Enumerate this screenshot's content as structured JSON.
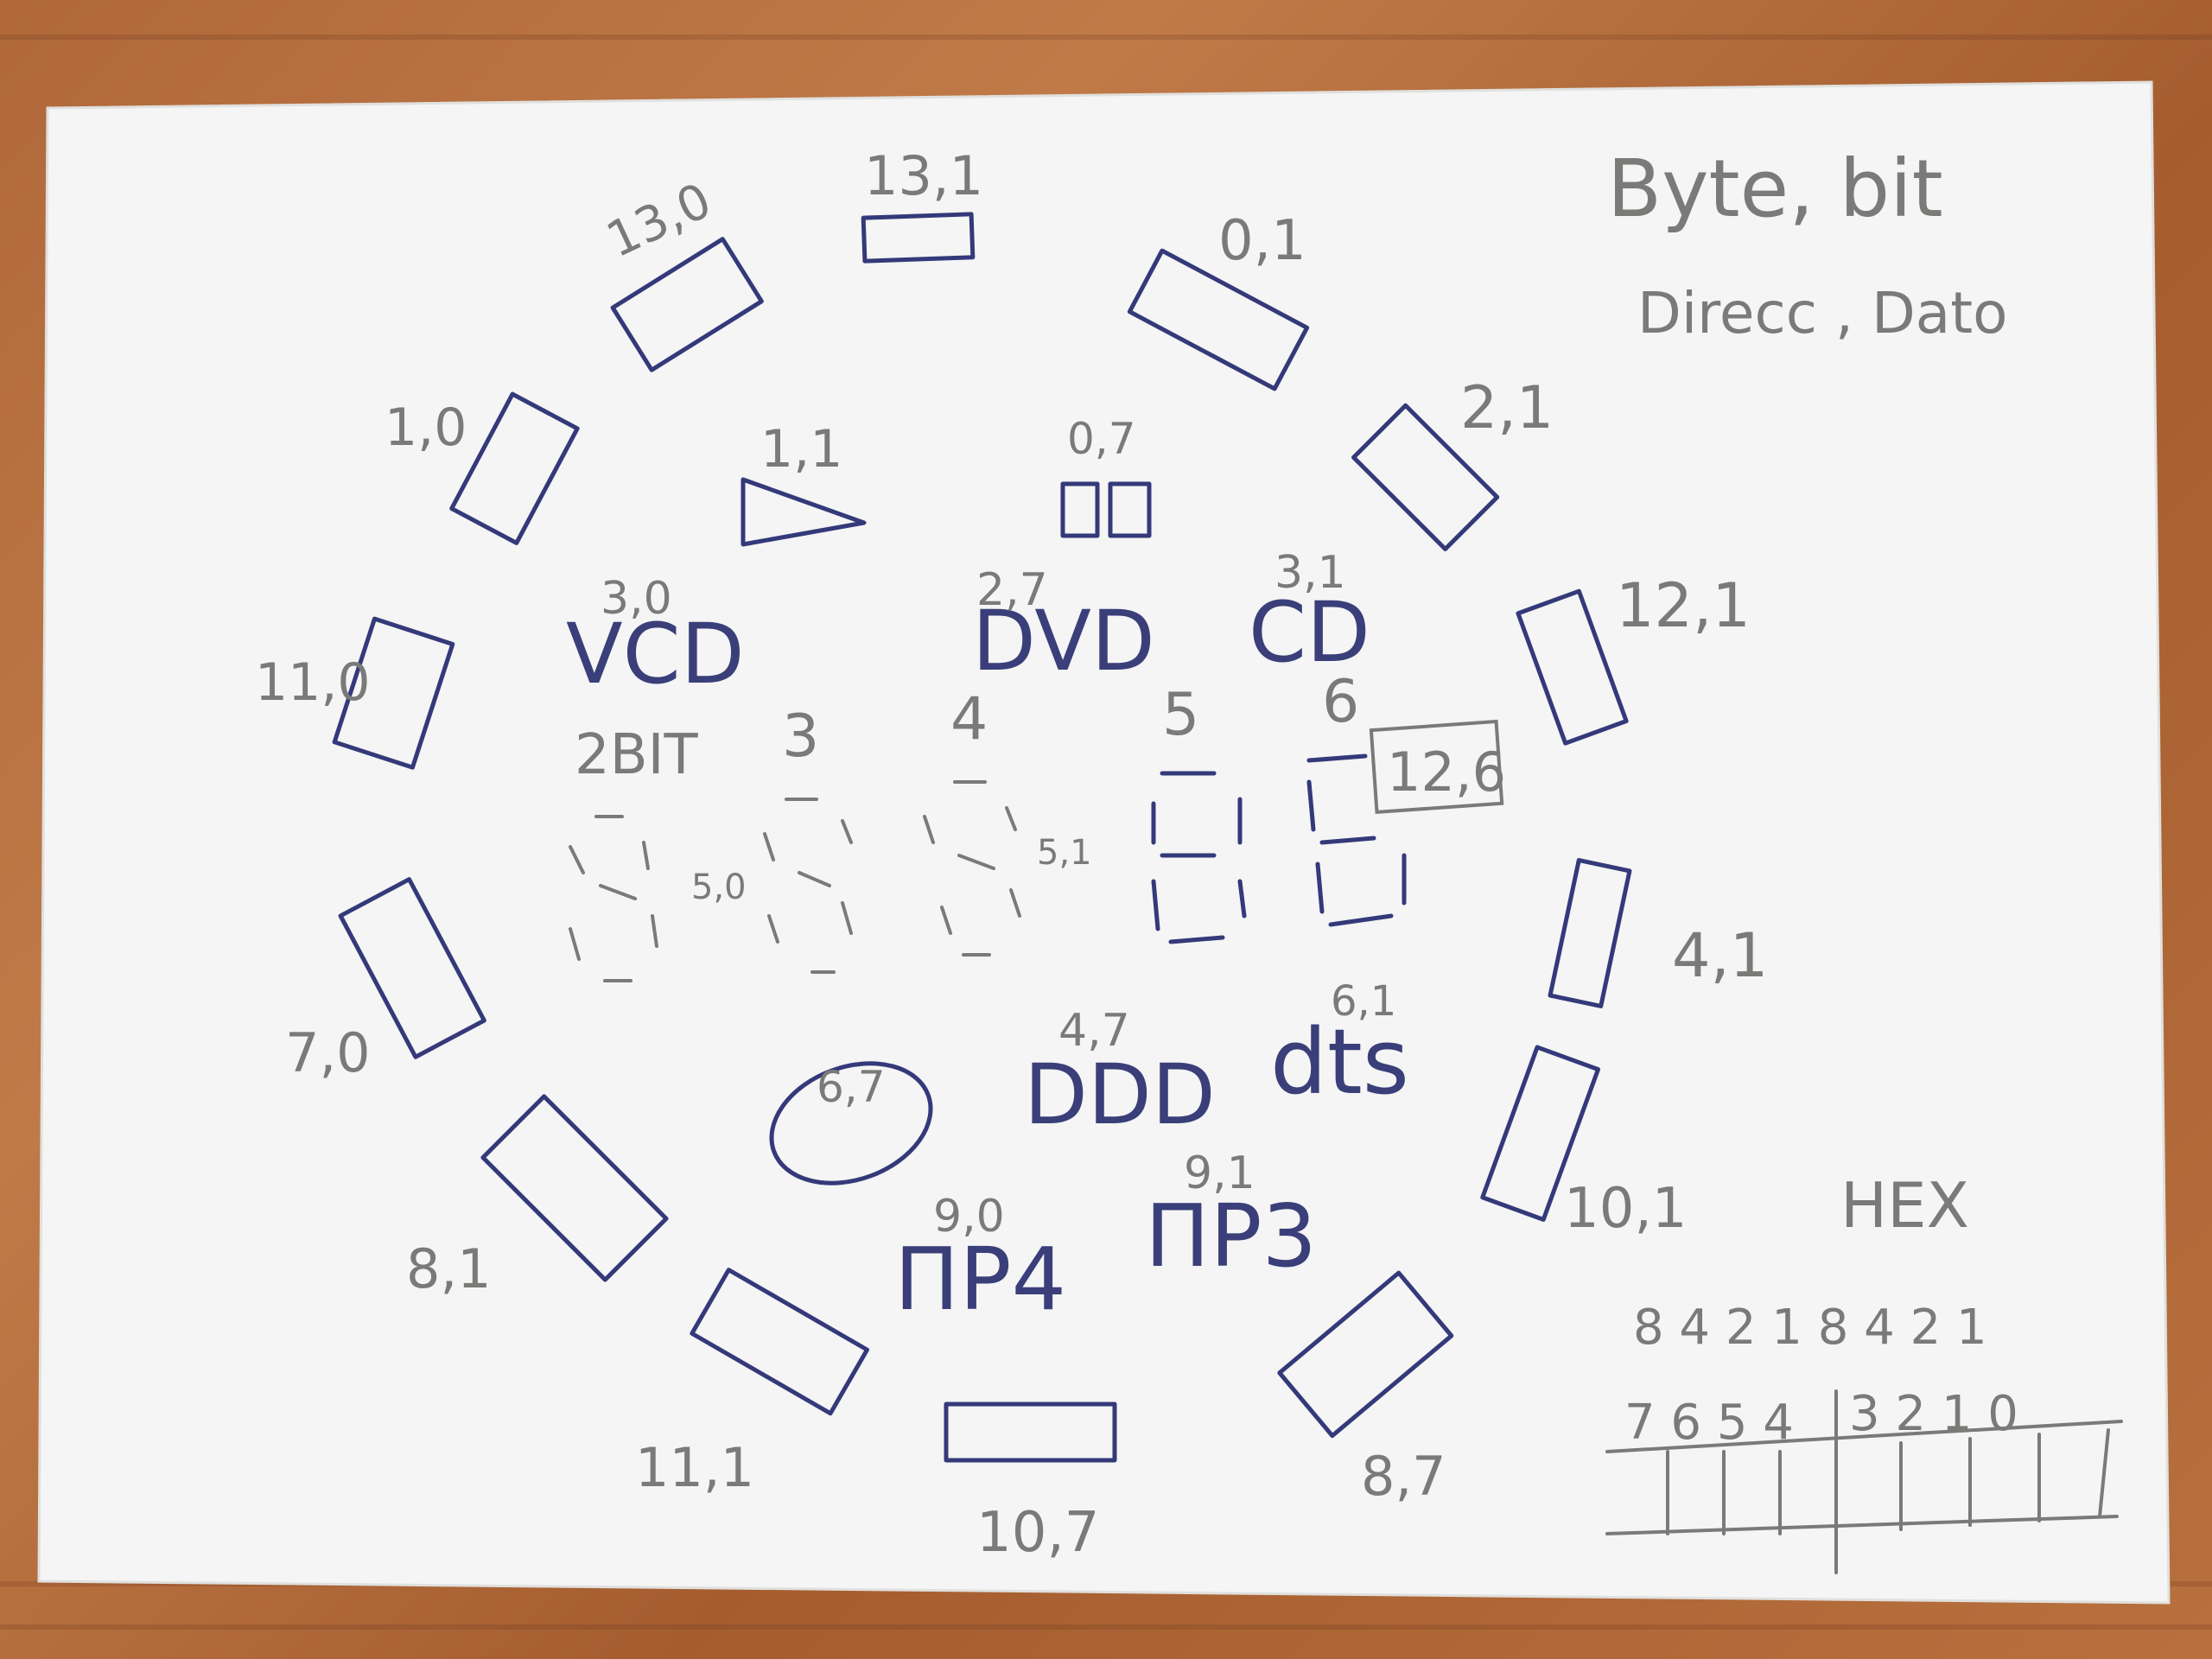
{
  "photo": {
    "subject": "hand-drawn LCD segment map on white card over wooden desk",
    "colors": {
      "wood": "#b0683a",
      "paper": "#f4f5f4",
      "pen": "#34397a",
      "pencil": "#7a7a78"
    }
  },
  "header": {
    "title": "Byte, bit",
    "subtitle": "Direcc , Dato"
  },
  "ring_labels": {
    "top": "13,1",
    "top_left_1": "13,0",
    "top_right_1": "0,1",
    "left_upper": "1,0",
    "right_upper": "2,1",
    "left_mid": "11,0",
    "right_mid": "12,1",
    "left_low": "7,0",
    "right_low": "4,1",
    "bottom_left_1": "8,1",
    "bottom_right_1": "10,1",
    "bottom_left_2": "11,1",
    "bottom_right_2": "8,7",
    "bottom": "10,7"
  },
  "inner_labels": {
    "triangle": "1,1",
    "dvd_small": "0,7",
    "vcd_addr": "3,0",
    "vcd_text": "VCD",
    "dvd_addr": "2,7",
    "dvd_text": "DVD",
    "cd_addr": "3,1",
    "cd_text": "CD",
    "digit2": "2BIT",
    "digit3": "3",
    "digit4": "4",
    "digit5": "5",
    "digit6": "6",
    "boxed": "12,6",
    "seg_50": "5,0",
    "seg_51": "5,1",
    "ellipse_label": "6,7",
    "ddd_addr": "4,7",
    "ddd_text": "DDD",
    "dts_addr": "6,1",
    "dts_text": "dts",
    "pr4_addr": "9,0",
    "pr4_text": "ПР4",
    "pr3_addr": "9,1",
    "pr3_text": "ПР3"
  },
  "hex_table": {
    "title": "HEX",
    "weights": "8 4 2 1   8 4   2 1",
    "bits_high": "7 6 5 4",
    "bits_low": "3 2 1 0"
  }
}
